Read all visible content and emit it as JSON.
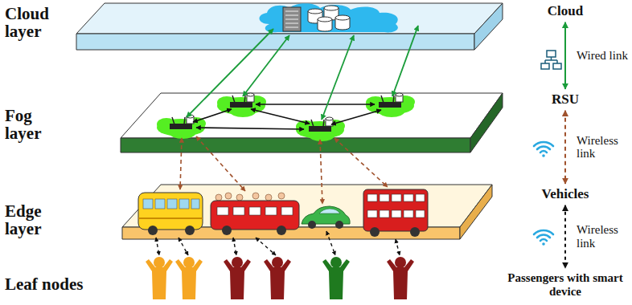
{
  "diagram": {
    "nodes": [
      {
        "text": [
          "Cloud"
        ]
      },
      {
        "text": [
          "RSU"
        ]
      },
      {
        "text": [
          "Vehicles"
        ]
      },
      {
        "text": [
          "Passengers with smart device"
        ]
      }
    ],
    "edges": [
      {
        "from": 0,
        "to": 1,
        "arrow": "both",
        "label": "Wired link"
      },
      {
        "from": 1,
        "to": 2,
        "arrow": "both",
        "label": "Wireless link"
      },
      {
        "from": 2,
        "to": 3,
        "arrow": "both",
        "label": "Wireless link"
      }
    ],
    "labels": [
      "Cloud layer",
      "Fog layer",
      "Edge layer",
      "Leaf nodes"
    ]
  }
}
